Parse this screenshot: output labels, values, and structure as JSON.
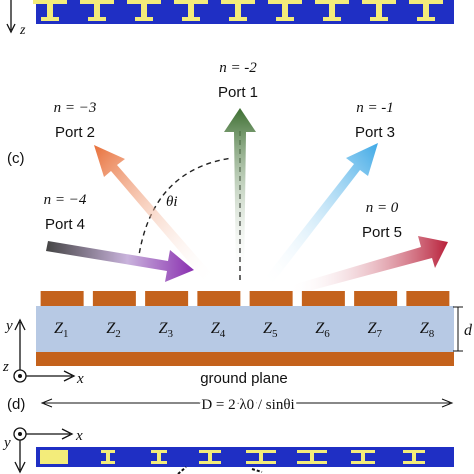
{
  "top_axis": {
    "z_label": "z"
  },
  "panel_c": {
    "label": "(c)",
    "angle_label": "θi",
    "ports": [
      {
        "n_text": "n = -2",
        "port": "Port 1",
        "color": "#4a7a3a"
      },
      {
        "n_text": "n = −3",
        "port": "Port 2",
        "color": "#e8703a"
      },
      {
        "n_text": "n = -1",
        "port": "Port 3",
        "color": "#3fa9e6"
      },
      {
        "n_text": "n = −4",
        "port": "Port 4",
        "color": "#8a3fb8"
      },
      {
        "n_text": "n = 0",
        "port": "Port 5",
        "color": "#b8203a"
      }
    ],
    "impedances": [
      "Z1",
      "Z2",
      "Z3",
      "Z4",
      "Z5",
      "Z6",
      "Z7",
      "Z8"
    ],
    "thickness_label": "d",
    "ground_label": "ground plane",
    "axes": {
      "y": "y",
      "x": "x",
      "z": "z"
    },
    "colors": {
      "substrate": "#b7c9e4",
      "metal": "#c4621c"
    }
  },
  "panel_d": {
    "label": "(d)",
    "period_label": "D = 2 λ0 / sinθi",
    "axes": {
      "y": "y",
      "x": "x"
    },
    "colors": {
      "strip": "#1f2fc4",
      "element": "#f3ec7a"
    }
  }
}
